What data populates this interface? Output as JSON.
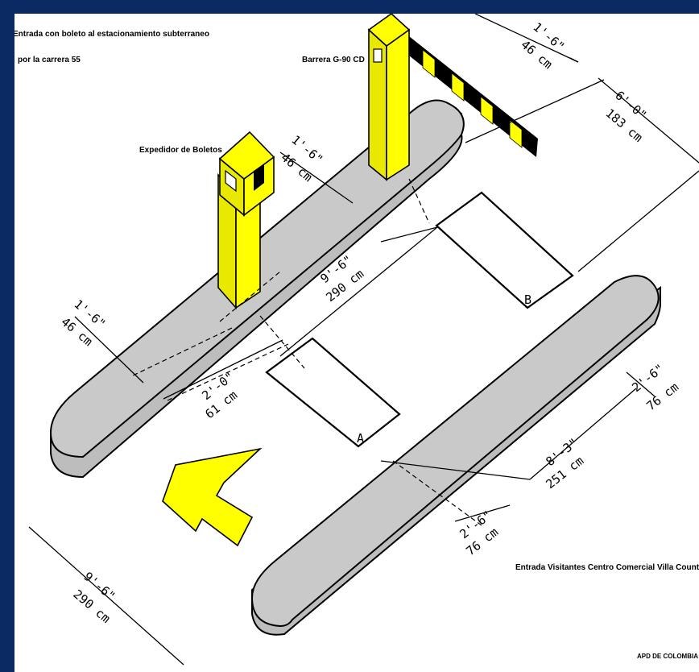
{
  "labels": {
    "title_line1": "Entrada con boleto al estacionamiento subterraneo",
    "title_line2": "por la carrera 55",
    "barrier": "Barrera G-90  CD",
    "ticket_dispenser": "Expedidor de Boletos",
    "visitors_entrance": "Entrada Visitantes Centro Comercial Villa Country",
    "company": "APD DE COLOMBIA S. A.",
    "pad_a": "A",
    "pad_b": "B"
  },
  "dimensions": {
    "d_top_right_ft": "1'-6\"",
    "d_top_right_cm": "46 cm",
    "d_width_ft": "6'-0\"",
    "d_width_cm": "183 cm",
    "d_dispenser_ft": "1'-6\"",
    "d_dispenser_cm": "46 cm",
    "d_lane_ft": "9'-6\"",
    "d_lane_cm": "290 cm",
    "d_left_ft": "1'-6\"",
    "d_left_cm": "46 cm",
    "d_pad_ft": "2'-0\"",
    "d_pad_cm": "61 cm",
    "d_right_end_ft": "2'-6\"",
    "d_right_end_cm": "76 cm",
    "d_island_ft": "8'-3\"",
    "d_island_cm": "251 cm",
    "d_lower_ft": "2'-6\"",
    "d_lower_cm": "76 cm",
    "d_bottom_ft": "9'-6\"",
    "d_bottom_cm": "290 cm"
  },
  "colors": {
    "frame": "#0b2a63",
    "equipment": "#ffff00",
    "island": "#c9c9c9"
  }
}
